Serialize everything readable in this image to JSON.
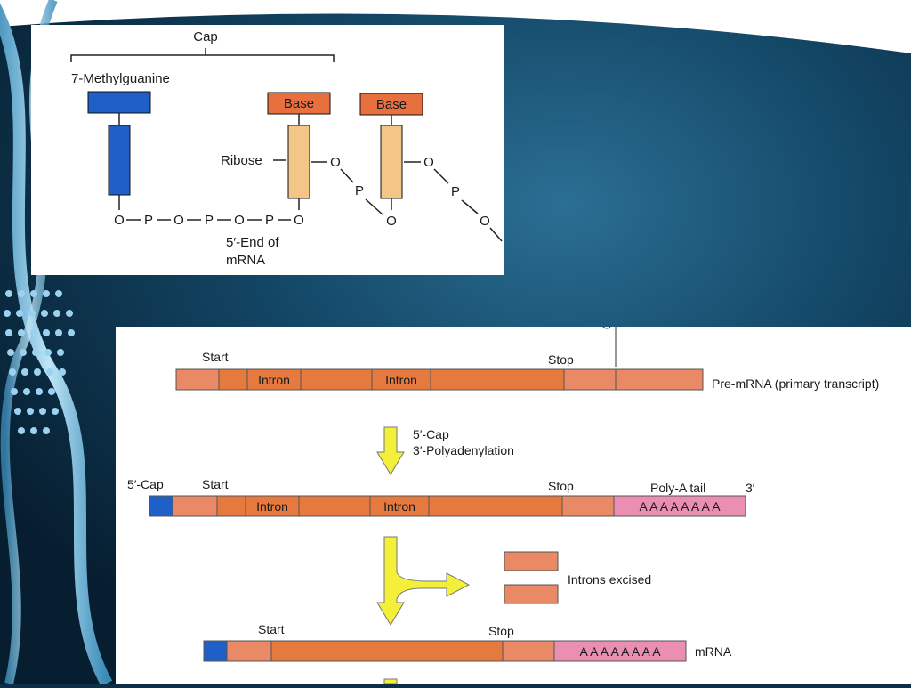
{
  "colors": {
    "cap_blue": "#1f5fc8",
    "base_orange": "#e8703f",
    "ribose_tan": "#f3c586",
    "exon_salmon": "#e98966",
    "intron_orange": "#e6793e",
    "polya_pink": "#ea8fb2",
    "arrow_yellow": "#f4f03a",
    "slide_dark": "#0b2f48"
  },
  "cap_structure": {
    "cap_label": "Cap",
    "methylguanine_label": "7-Methylguanine",
    "base_label_1": "Base",
    "base_label_2": "Base",
    "ribose_label": "Ribose",
    "end_label_line1": "5′-End of",
    "end_label_line2": "mRNA",
    "chain_atoms": [
      "O",
      "P",
      "O",
      "P",
      "O",
      "P",
      "O"
    ],
    "linker_1": [
      "O",
      "P",
      "O"
    ],
    "linker_2": [
      "O",
      "P",
      "O"
    ]
  },
  "processing": {
    "premrna": {
      "start": "Start",
      "stop": "Stop",
      "intron_1": "Intron",
      "intron_2": "Intron",
      "label": "Pre-mRNA (primary transcript)"
    },
    "step1_line1": "5′-Cap",
    "step1_line2": "3′-Polyadenylation",
    "capped": {
      "cap": "5′-Cap",
      "start": "Start",
      "stop": "Stop",
      "intron_1": "Intron",
      "intron_2": "Intron",
      "polya_label": "Poly-A tail",
      "three_prime": "3′",
      "polya_seq": "A A A A A A A A"
    },
    "excised_label": "Introns excised",
    "mrna": {
      "start": "Start",
      "stop": "Stop",
      "polya_seq": "A A A A A A A A",
      "label": "mRNA"
    }
  }
}
